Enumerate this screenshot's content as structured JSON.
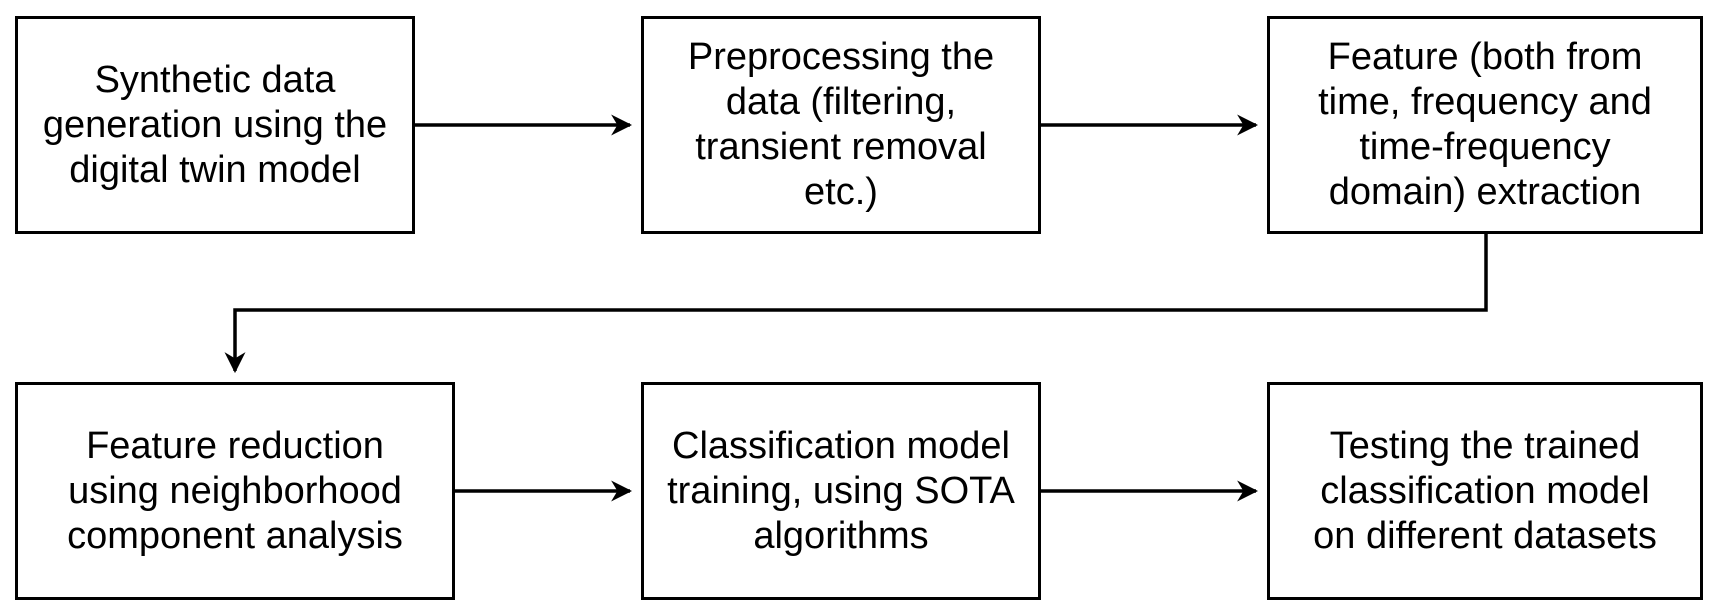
{
  "boxes": [
    {
      "id": "b1",
      "text": "Synthetic data\ngeneration using the\ndigital twin model"
    },
    {
      "id": "b2",
      "text": "Preprocessing the\ndata (filtering,\ntransient removal\netc.)"
    },
    {
      "id": "b3",
      "text": "Feature (both from\ntime, frequency and\ntime-frequency\ndomain) extraction"
    },
    {
      "id": "b4",
      "text": "Feature reduction\nusing neighborhood\ncomponent analysis"
    },
    {
      "id": "b5",
      "text": "Classification model\ntraining, using SOTA\nalgorithms"
    },
    {
      "id": "b6",
      "text": "Testing the trained\nclassification model\non different datasets"
    }
  ],
  "colors": {
    "stroke": "#000000",
    "background": "#ffffff"
  }
}
